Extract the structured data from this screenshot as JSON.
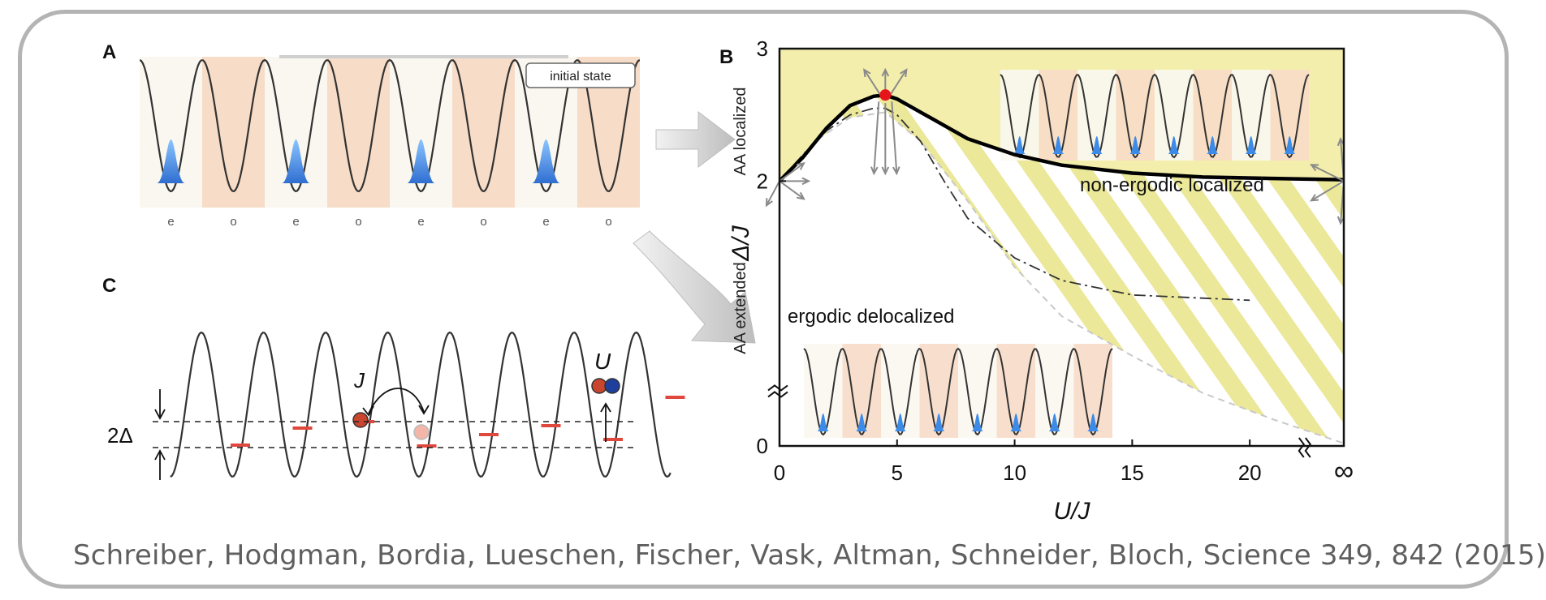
{
  "panels": {
    "a": {
      "label": "A",
      "initial_state": "initial state",
      "site_labels": [
        "e",
        "o",
        "e",
        "o",
        "e",
        "o",
        "e",
        "o"
      ]
    },
    "b": {
      "label": "B",
      "y_label": "Δ/J",
      "x_label": "U/J",
      "aa_localized": "AA localized",
      "aa_extended": "AA extended",
      "region_localized": "non-ergodic localized",
      "region_delocalized": "ergodic delocalized"
    },
    "c": {
      "label": "C",
      "delta_label": "2Δ",
      "j_label": "J",
      "u_label": "U"
    }
  },
  "chart_data": {
    "type": "line",
    "xlabel": "U/J",
    "ylabel": "Δ/J",
    "x_ticks": [
      "0",
      "5",
      "10",
      "15",
      "20",
      "∞"
    ],
    "y_ticks": [
      "0",
      "2",
      "3"
    ],
    "xlim": [
      0,
      24
    ],
    "ylim": [
      0,
      3
    ],
    "series": [
      {
        "x": [
          0,
          1,
          2,
          3,
          4,
          4.5,
          5,
          6,
          8,
          10,
          12,
          15,
          18,
          21,
          24
        ],
        "y": [
          2.0,
          2.18,
          2.4,
          2.57,
          2.64,
          2.65,
          2.62,
          2.52,
          2.32,
          2.2,
          2.12,
          2.06,
          2.03,
          2.02,
          2.01
        ]
      },
      {
        "x": [
          0,
          1,
          2,
          3,
          4,
          4.5,
          5,
          6,
          7,
          8,
          10,
          12,
          15,
          20
        ],
        "y": [
          2.0,
          2.2,
          2.38,
          2.5,
          2.55,
          2.55,
          2.5,
          2.3,
          2.0,
          1.72,
          1.42,
          1.25,
          1.14,
          1.1
        ]
      },
      {
        "x": [
          0,
          1.5,
          3,
          4.5,
          6,
          8,
          10,
          12,
          15,
          18,
          21,
          24
        ],
        "y": [
          2.0,
          2.3,
          2.48,
          2.52,
          2.3,
          1.85,
          1.35,
          0.98,
          0.68,
          0.4,
          0.2,
          0.02
        ]
      }
    ],
    "critical_point": {
      "x": 4.5,
      "y": 2.65
    },
    "colors": {
      "localized_fill": "#f3eeab",
      "stripes": "#ebe89a",
      "critical_point": "#e8141b",
      "lattice_even": "#f9f7ef",
      "lattice_odd": "#f7dcc8",
      "atom": "#3d8be8",
      "level": "#e0483e"
    }
  },
  "citation": "Schreiber, Hodgman, Bordia, Lueschen, Fischer, Vask, Altman, Schneider, Bloch, Science 349, 842 (2015)"
}
